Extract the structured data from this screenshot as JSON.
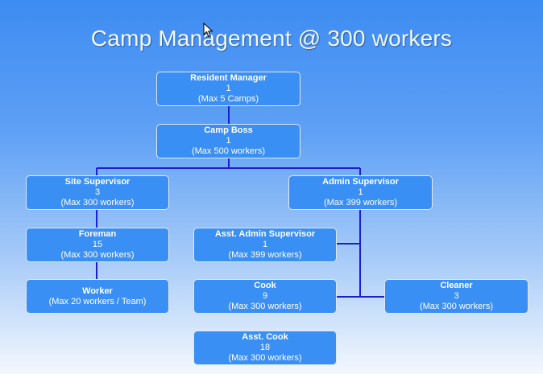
{
  "title": "Camp Management @ 300 workers",
  "nodes": {
    "resident_manager": {
      "name": "Resident Manager",
      "count": "1",
      "max": "(Max 5 Camps)"
    },
    "camp_boss": {
      "name": "Camp Boss",
      "count": "1",
      "max": "(Max 500 workers)"
    },
    "site_supervisor": {
      "name": "Site Supervisor",
      "count": "3",
      "max": "(Max 300 workers)"
    },
    "admin_supervisor": {
      "name": "Admin Supervisor",
      "count": "1",
      "max": "(Max 399 workers)"
    },
    "foreman": {
      "name": "Foreman",
      "count": "15",
      "max": "(Max 300 workers)"
    },
    "asst_admin_supervisor": {
      "name": "Asst. Admin Supervisor",
      "count": "1",
      "max": "(Max 399 workers)"
    },
    "worker": {
      "name": "Worker",
      "max": "(Max 20 workers / Team)"
    },
    "cook": {
      "name": "Cook",
      "count": "9",
      "max": "(Max 300 workers)"
    },
    "cleaner": {
      "name": "Cleaner",
      "count": "3",
      "max": "(Max 300 workers)"
    },
    "asst_cook": {
      "name": "Asst. Cook",
      "count": "18",
      "max": "(Max 300 workers)"
    }
  },
  "colors": {
    "box": "#3a8ff4",
    "connector": "#1a1fd0"
  }
}
